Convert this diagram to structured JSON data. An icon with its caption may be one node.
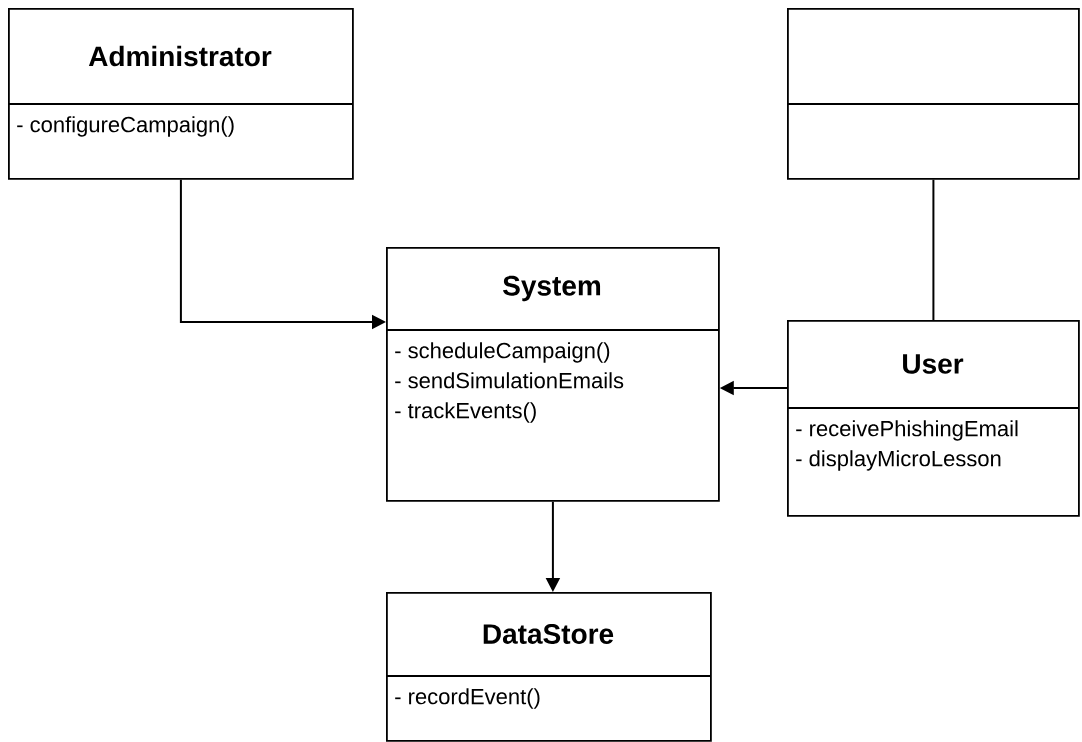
{
  "diagram": {
    "nodes": [
      {
        "text": [
          "Administrator",
          "- configureCampaign()"
        ]
      },
      {
        "text": [],
        "shape": "box"
      },
      {
        "text": [
          "System",
          "- scheduleCampaign()",
          "- sendSimulationEmails",
          "- trackEvents()"
        ]
      },
      {
        "text": [
          "User",
          "- receivePhishingEmail",
          "- displayMicroLesson"
        ]
      },
      {
        "text": [
          "DataStore",
          "- recordEvent()"
        ]
      }
    ],
    "edges": [
      {
        "from": 0,
        "to": 2,
        "arrow": "to"
      },
      {
        "from": 1,
        "to": 3,
        "arrow": "none"
      },
      {
        "from": 3,
        "to": 2,
        "arrow": "to"
      },
      {
        "from": 2,
        "to": 4,
        "arrow": "to"
      }
    ]
  }
}
